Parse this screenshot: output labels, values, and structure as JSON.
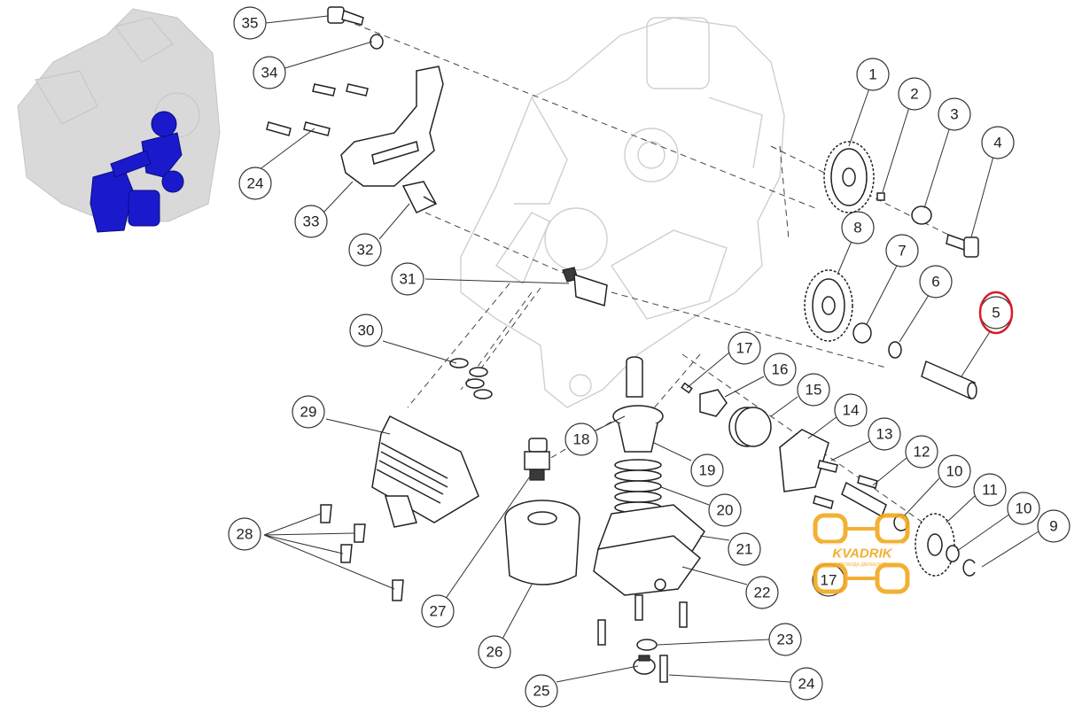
{
  "callouts": [
    {
      "n": "1"
    },
    {
      "n": "2"
    },
    {
      "n": "3"
    },
    {
      "n": "4"
    },
    {
      "n": "5"
    },
    {
      "n": "6"
    },
    {
      "n": "7"
    },
    {
      "n": "8"
    },
    {
      "n": "9"
    },
    {
      "n": "10"
    },
    {
      "n": "10"
    },
    {
      "n": "11"
    },
    {
      "n": "12"
    },
    {
      "n": "13"
    },
    {
      "n": "14"
    },
    {
      "n": "15"
    },
    {
      "n": "16"
    },
    {
      "n": "17"
    },
    {
      "n": "18"
    },
    {
      "n": "19"
    },
    {
      "n": "20"
    },
    {
      "n": "21"
    },
    {
      "n": "22"
    },
    {
      "n": "23"
    },
    {
      "n": "24"
    },
    {
      "n": "24"
    },
    {
      "n": "25"
    },
    {
      "n": "26"
    },
    {
      "n": "27"
    },
    {
      "n": "28"
    },
    {
      "n": "29"
    },
    {
      "n": "30"
    },
    {
      "n": "31"
    },
    {
      "n": "32"
    },
    {
      "n": "33"
    },
    {
      "n": "34"
    },
    {
      "n": "35"
    },
    {
      "n": "17"
    }
  ],
  "highlight": {
    "part": "5",
    "color": "#d81b2a"
  },
  "watermark": {
    "brand": "KVADRIK",
    "slogan": "СВОБОДА ДВИЖЕНИЯ",
    "color": "#f2a81d"
  },
  "thumbnail": {
    "highlight_color": "#1a1acc"
  }
}
